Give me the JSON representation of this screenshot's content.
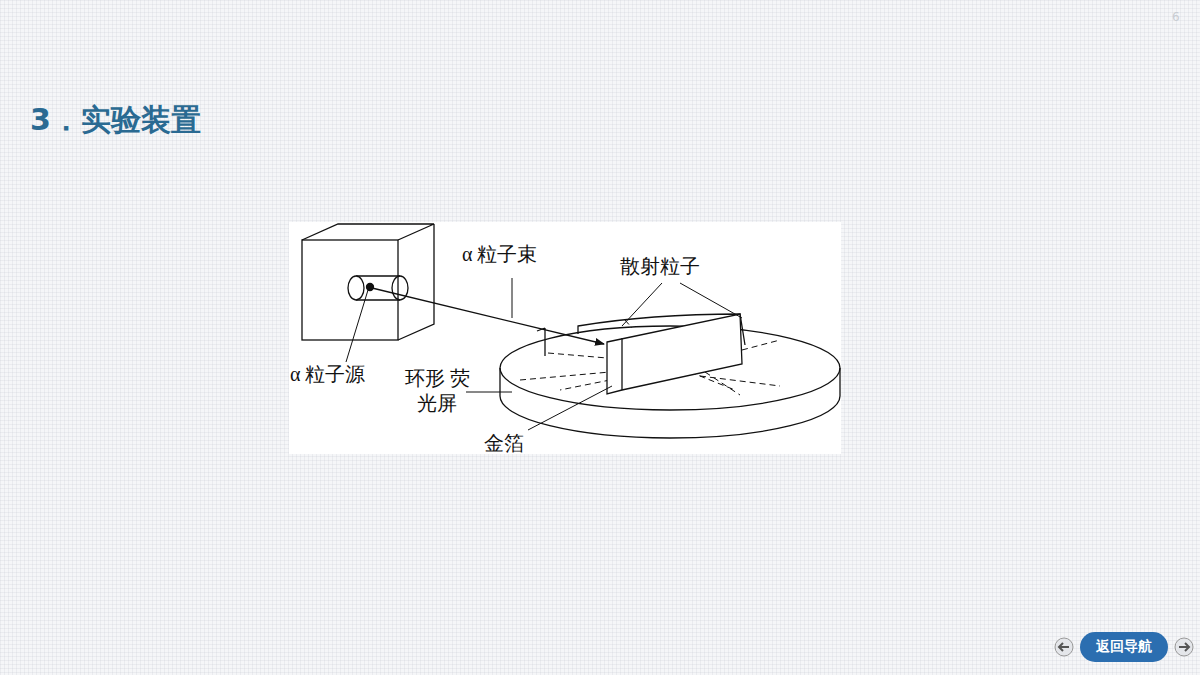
{
  "diagram": {
    "title": "3．实验装置",
    "nodes": [
      {
        "text": [
          "返回导航"
        ]
      }
    ],
    "labels": [
      "α 粒子束",
      "散射粒子",
      "α 粒子源",
      "环形 荧光屏",
      "金箔",
      "6"
    ]
  }
}
